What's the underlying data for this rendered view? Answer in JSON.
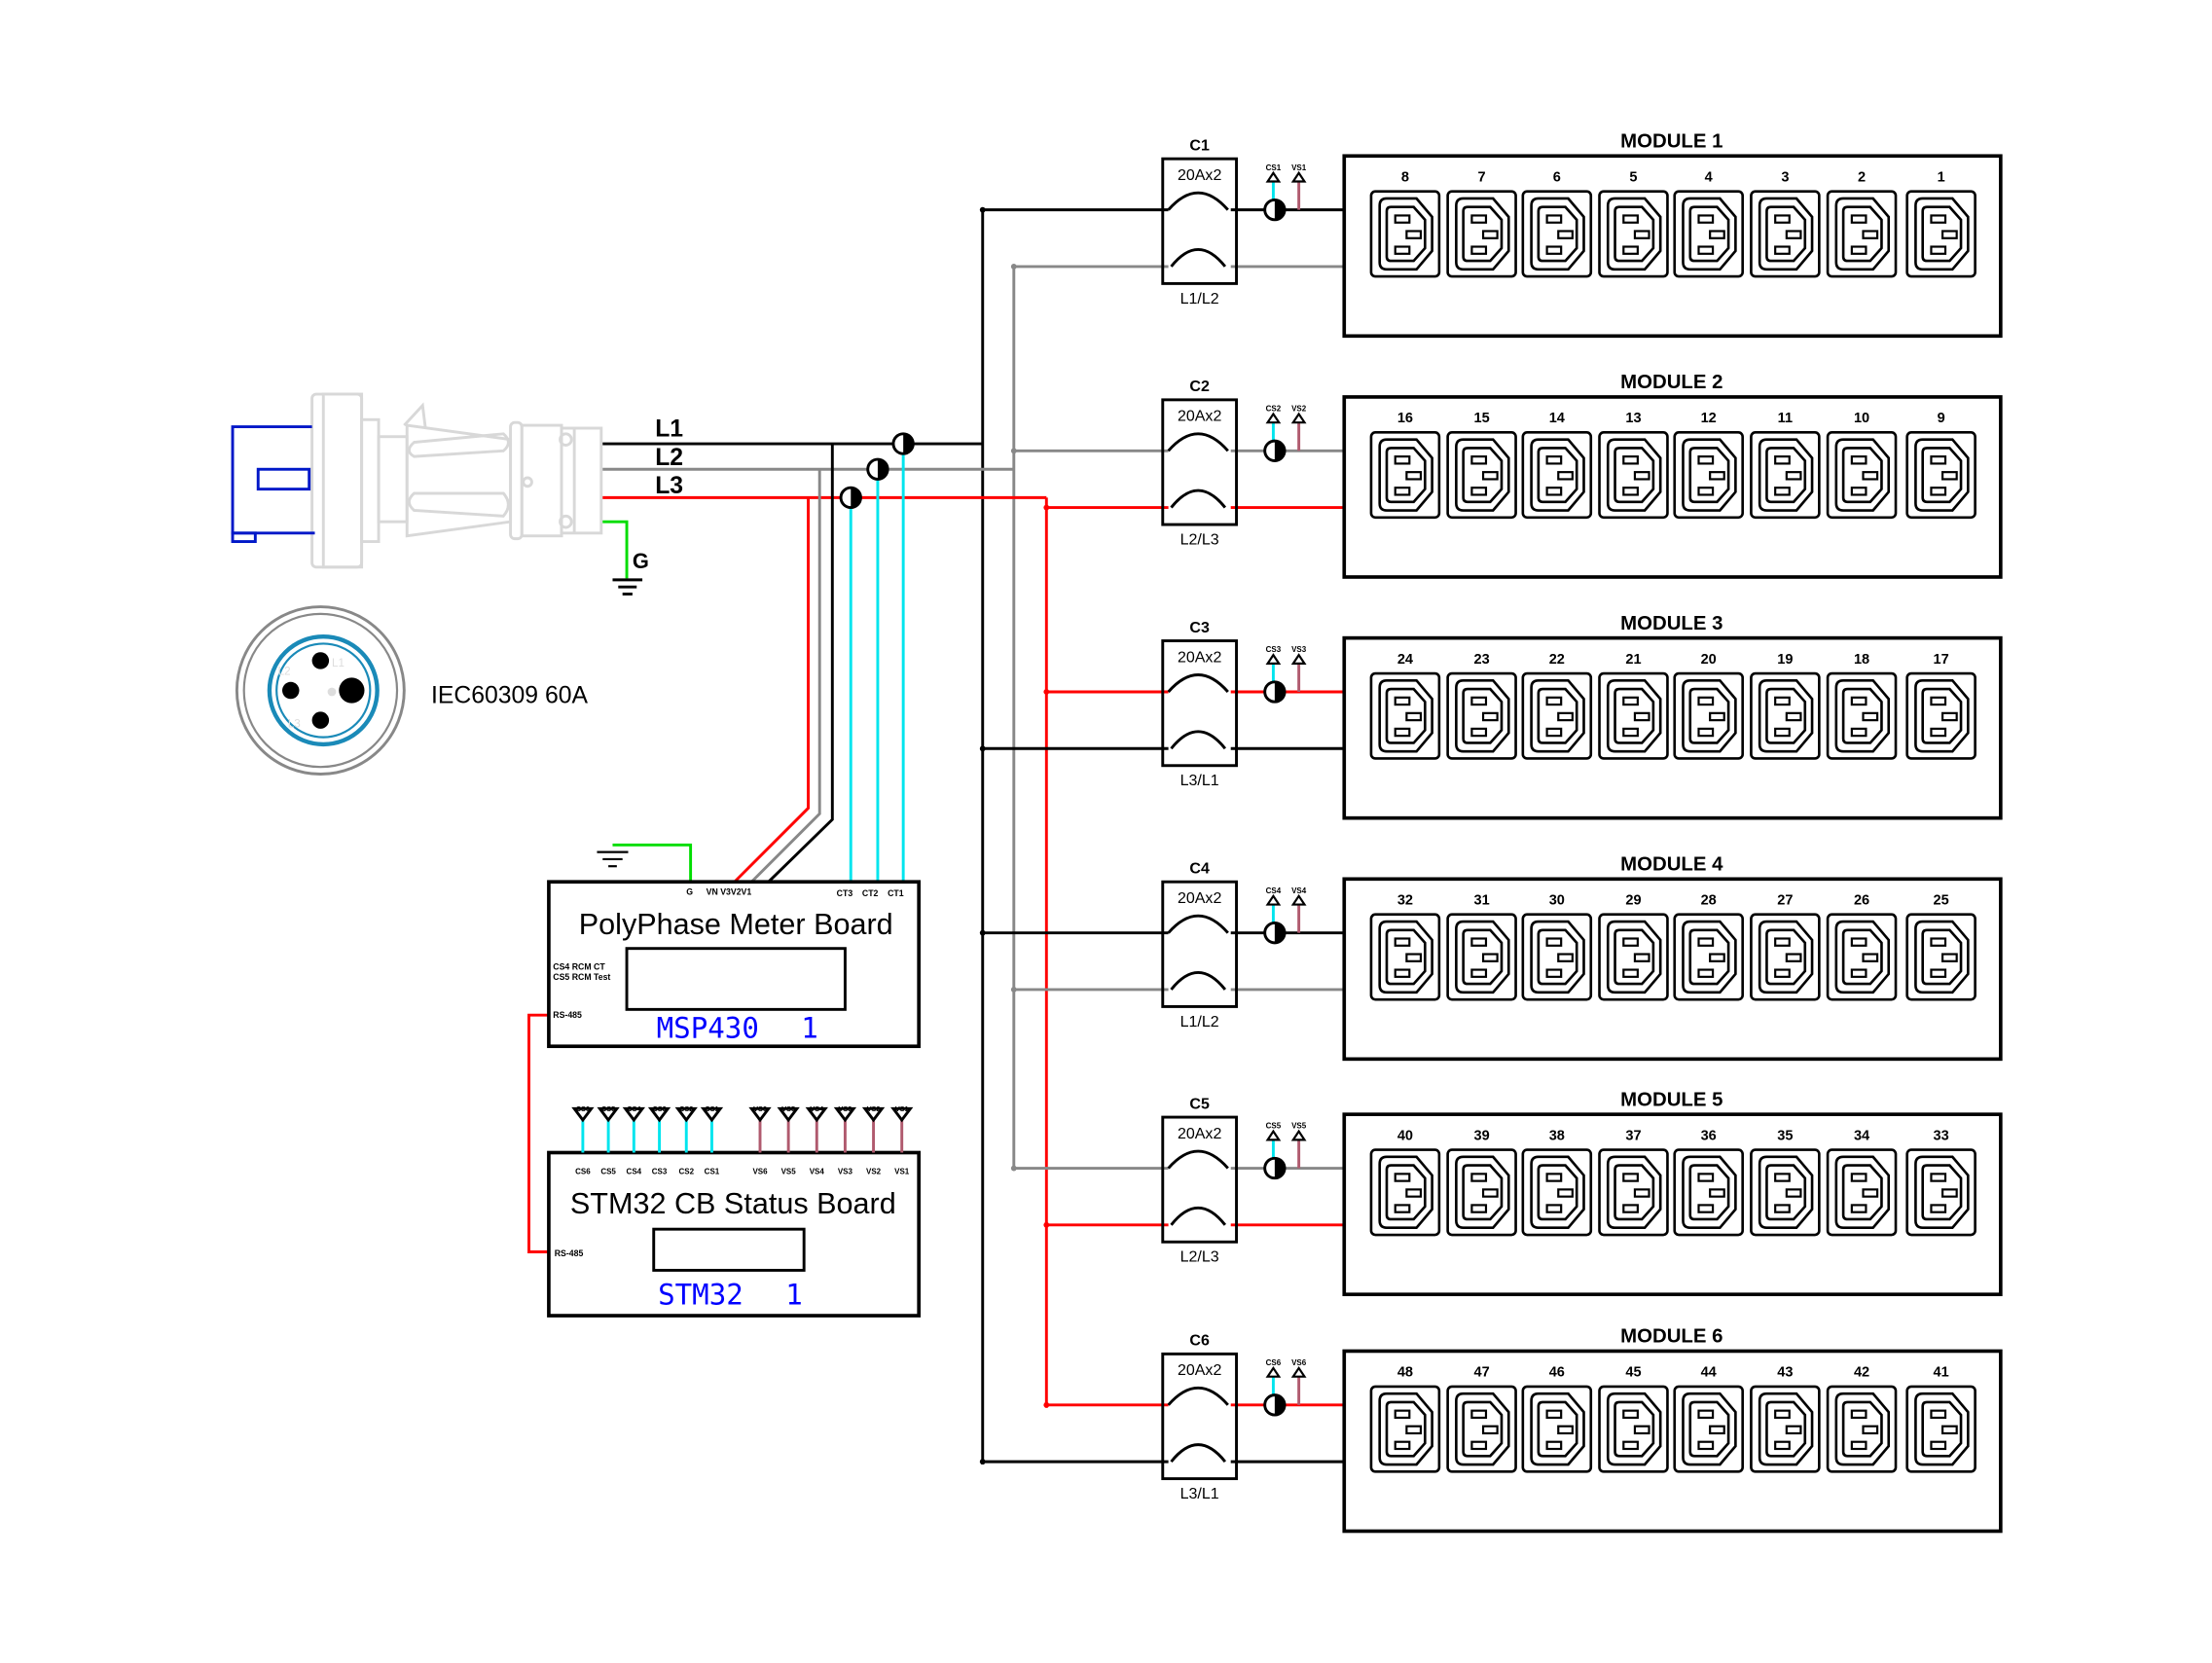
{
  "plug": {
    "label": "IEC60309 60A",
    "lines": [
      "L1",
      "L2",
      "L3"
    ],
    "ground": "G",
    "face_pins": [
      "L1",
      "L2",
      "L3"
    ]
  },
  "meter_board": {
    "title": "PolyPhase Meter Board",
    "chip": "MSP430",
    "chip_index": "1",
    "pin_g": "G",
    "pin_v": "VN V3V2V1",
    "pin_ct3": "CT3",
    "pin_ct2": "CT2",
    "pin_ct1": "CT1",
    "side_1": "CS4 RCM CT",
    "side_2": "CS5 RCM Test",
    "rs485": "RS-485"
  },
  "status_board": {
    "title": "STM32 CB Status Board",
    "chip": "STM32",
    "chip_index": "1",
    "rs485": "RS-485",
    "cs_pins": [
      "CS6",
      "CS5",
      "CS4",
      "CS3",
      "CS2",
      "CS1"
    ],
    "vs_pins": [
      "VS6",
      "VS5",
      "VS4",
      "VS3",
      "VS2",
      "VS1"
    ]
  },
  "modules": [
    {
      "name": "MODULE 1",
      "breaker": "C1",
      "rating": "20Ax2",
      "phase": "L1/L2",
      "cs": "CS1",
      "vs": "VS1",
      "outlets": [
        "8",
        "7",
        "6",
        "5",
        "4",
        "3",
        "2",
        "1"
      ],
      "upper": "L1",
      "lower": "L2"
    },
    {
      "name": "MODULE 2",
      "breaker": "C2",
      "rating": "20Ax2",
      "phase": "L2/L3",
      "cs": "CS2",
      "vs": "VS2",
      "outlets": [
        "16",
        "15",
        "14",
        "13",
        "12",
        "11",
        "10",
        "9"
      ],
      "upper": "L2",
      "lower": "L3"
    },
    {
      "name": "MODULE 3",
      "breaker": "C3",
      "rating": "20Ax2",
      "phase": "L3/L1",
      "cs": "CS3",
      "vs": "VS3",
      "outlets": [
        "24",
        "23",
        "22",
        "21",
        "20",
        "19",
        "18",
        "17"
      ],
      "upper": "L3",
      "lower": "L1"
    },
    {
      "name": "MODULE 4",
      "breaker": "C4",
      "rating": "20Ax2",
      "phase": "L1/L2",
      "cs": "CS4",
      "vs": "VS4",
      "outlets": [
        "32",
        "31",
        "30",
        "29",
        "28",
        "27",
        "26",
        "25"
      ],
      "upper": "L1",
      "lower": "L2"
    },
    {
      "name": "MODULE 5",
      "breaker": "C5",
      "rating": "20Ax2",
      "phase": "L2/L3",
      "cs": "CS5",
      "vs": "VS5",
      "outlets": [
        "40",
        "39",
        "38",
        "37",
        "36",
        "35",
        "34",
        "33"
      ],
      "upper": "L2",
      "lower": "L3"
    },
    {
      "name": "MODULE 6",
      "breaker": "C6",
      "rating": "20Ax2",
      "phase": "L3/L1",
      "cs": "CS6",
      "vs": "VS6",
      "outlets": [
        "48",
        "47",
        "46",
        "45",
        "44",
        "43",
        "42",
        "41"
      ],
      "upper": "L3",
      "lower": "L1"
    }
  ],
  "colors": {
    "L1": "#000000",
    "L2": "#888888",
    "L3": "#ff0000",
    "ground": "#00dd00",
    "ct_wire": "#00e5ee",
    "vs_wire": "#b05a6e",
    "chip_text": "#0000ff",
    "plug_body": "#d8d8d8",
    "plug_blue": "#0018c8",
    "face_ring": "#1a8ab8"
  }
}
